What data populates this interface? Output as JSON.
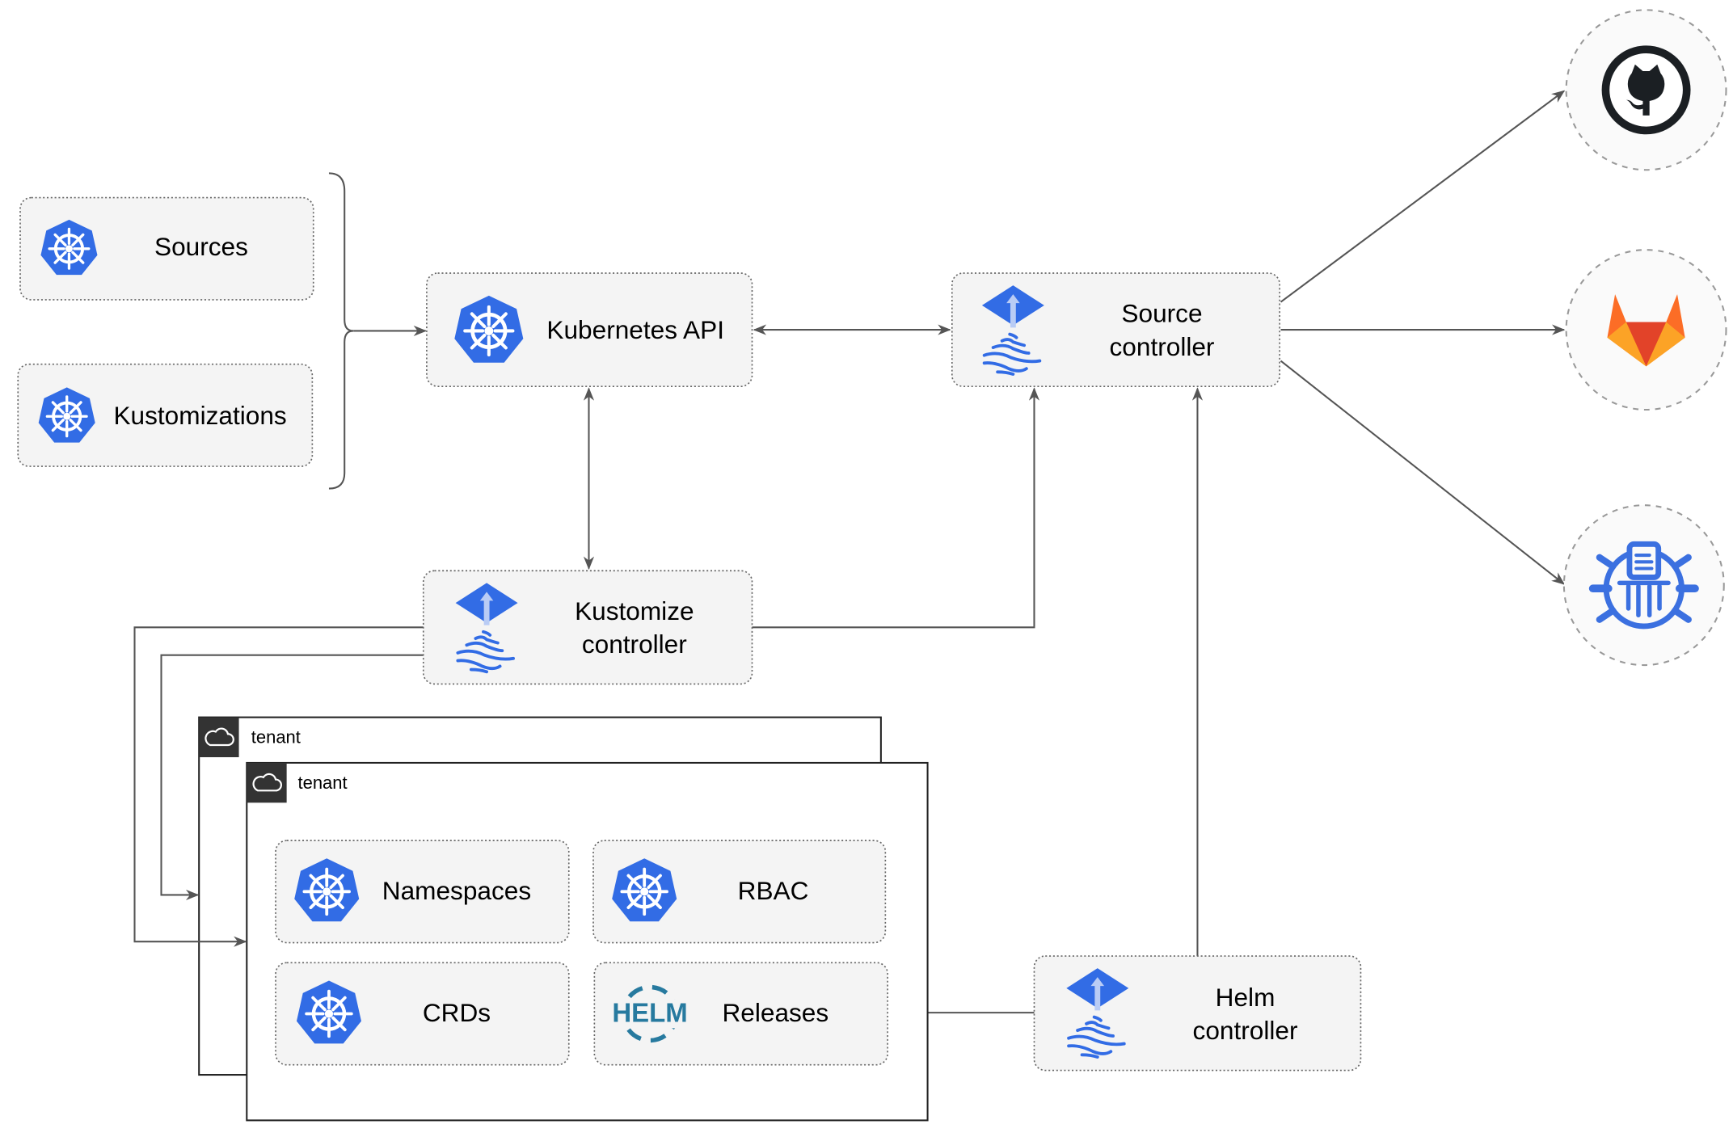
{
  "colors": {
    "k8s_blue": "#326ce5",
    "flux_blue": "#326ce5",
    "github": "#1b1f23",
    "gitlab_orange": "#e24329",
    "helm": "#277a9f",
    "bucket_blue": "#3b70e0"
  },
  "nodes": {
    "sources": {
      "label": "Sources",
      "icon": "kubernetes-icon"
    },
    "kustomizations": {
      "label": "Kustomizations",
      "icon": "kubernetes-icon"
    },
    "kubernetes_api": {
      "label": "Kubernetes API",
      "icon": "kubernetes-icon"
    },
    "source_controller": {
      "line1": "Source",
      "line2": "controller",
      "icon": "flux-icon"
    },
    "kustomize_controller": {
      "line1": "Kustomize",
      "line2": "controller",
      "icon": "flux-icon"
    },
    "helm_controller": {
      "line1": "Helm",
      "line2": "controller",
      "icon": "flux-icon"
    },
    "namespaces": {
      "label": "Namespaces",
      "icon": "kubernetes-icon"
    },
    "rbac": {
      "label": "RBAC",
      "icon": "kubernetes-icon"
    },
    "crds": {
      "label": "CRDs",
      "icon": "kubernetes-icon"
    },
    "releases": {
      "label": "Releases",
      "icon": "helm-icon",
      "icon_text": "HELM"
    }
  },
  "tenants": [
    {
      "label": "tenant",
      "icon": "cloud-icon"
    },
    {
      "label": "tenant",
      "icon": "cloud-icon"
    }
  ],
  "external": [
    {
      "icon": "github-icon"
    },
    {
      "icon": "gitlab-icon"
    },
    {
      "icon": "bucket-icon"
    }
  ]
}
